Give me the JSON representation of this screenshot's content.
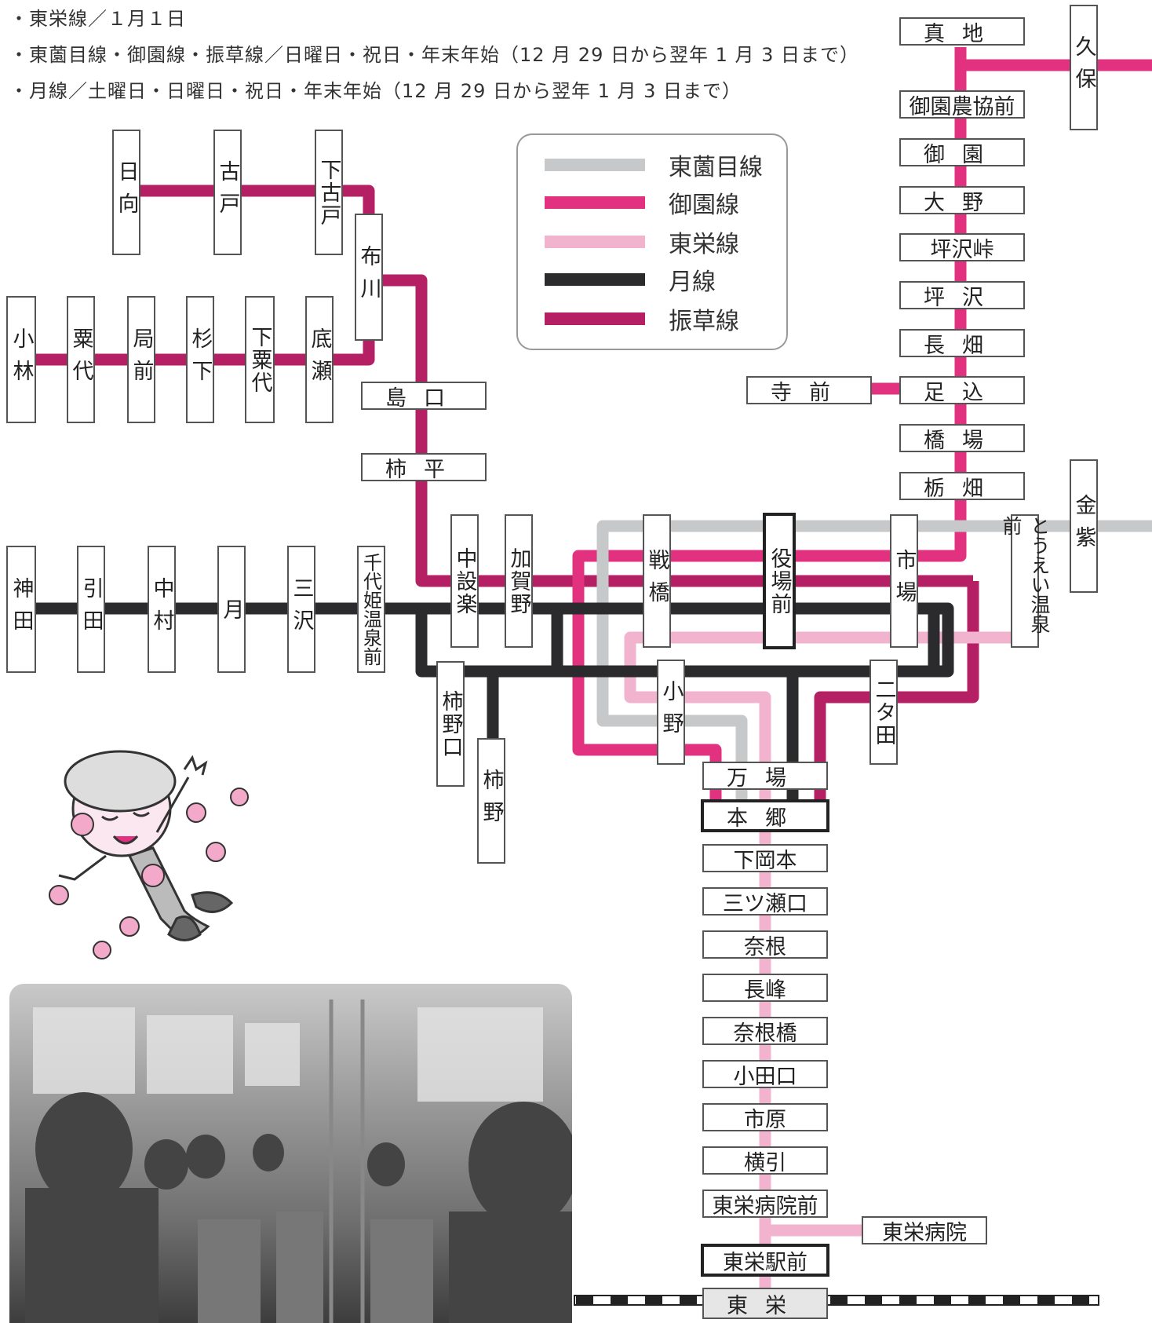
{
  "notes": [
    "・東栄線／１月１日",
    "・東薗目線・御園線・振草線／日曜日・祝日・年末年始（12 月 29 日から翌年 1 月 3 日まで）",
    "・月線／土曜日・日曜日・祝日・年末年始（12 月 29 日から翌年 1 月 3 日まで）"
  ],
  "legend": [
    {
      "label": "東薗目線",
      "color": "#c7c8ca"
    },
    {
      "label": "御園線",
      "color": "#e2317f"
    },
    {
      "label": "東栄線",
      "color": "#f2b3cf"
    },
    {
      "label": "月線",
      "color": "#2b2b2d"
    },
    {
      "label": "振草線",
      "color": "#b51f63"
    }
  ],
  "stations": {
    "hinata": "日向",
    "furuto": "古戸",
    "shimofuruto": "下古戸",
    "nunokawa": "布川",
    "kobayashi": "小林",
    "awashiro": "粟代",
    "tsubonemae": "局前",
    "sugishita": "杉下",
    "shimoawashiro": "下粟代",
    "sokose": "底瀬",
    "shimaguchi": "島口",
    "kakidaira": "柿平",
    "kanda": "神田",
    "hikida": "引田",
    "nakamura": "中村",
    "tsuki": "月",
    "misawa": "三沢",
    "chiyohime": "千代姫温泉前",
    "nakashitara": "中設楽",
    "kagano": "加賀野",
    "kakinoguchi": "柿野口",
    "kakino": "柿野",
    "sembashi": "戦橋",
    "yakubamae": "役場前",
    "ichiba": "市場",
    "toei_onsen": "とうえい温泉前",
    "kaneshi": "金紫",
    "ono": "小野",
    "futatsuda": "二タ田",
    "manba": "万場",
    "hongo": "本郷",
    "shimookamoto": "下岡本",
    "mitsuseguchi": "三ツ瀬口",
    "nane": "奈根",
    "nagamine": "長峰",
    "nanebashi": "奈根橋",
    "odaguchi": "小田口",
    "ichihara": "市原",
    "yokobiki": "横引",
    "byoinmae": "東栄病院前",
    "byoin": "東栄病院",
    "ekimae": "東栄駅前",
    "toei": "東栄",
    "majii": "真地",
    "kubo": "久保",
    "misono_nokyo": "御園農協前",
    "misono": "御園",
    "ono2": "大野",
    "tsubosawa_toge": "坪沢峠",
    "tsubosawa": "坪沢",
    "nagahata": "長畑",
    "ashigome": "足込",
    "terasaki": "寺前",
    "hashiba": "橋場",
    "tochihata": "栃畑"
  }
}
